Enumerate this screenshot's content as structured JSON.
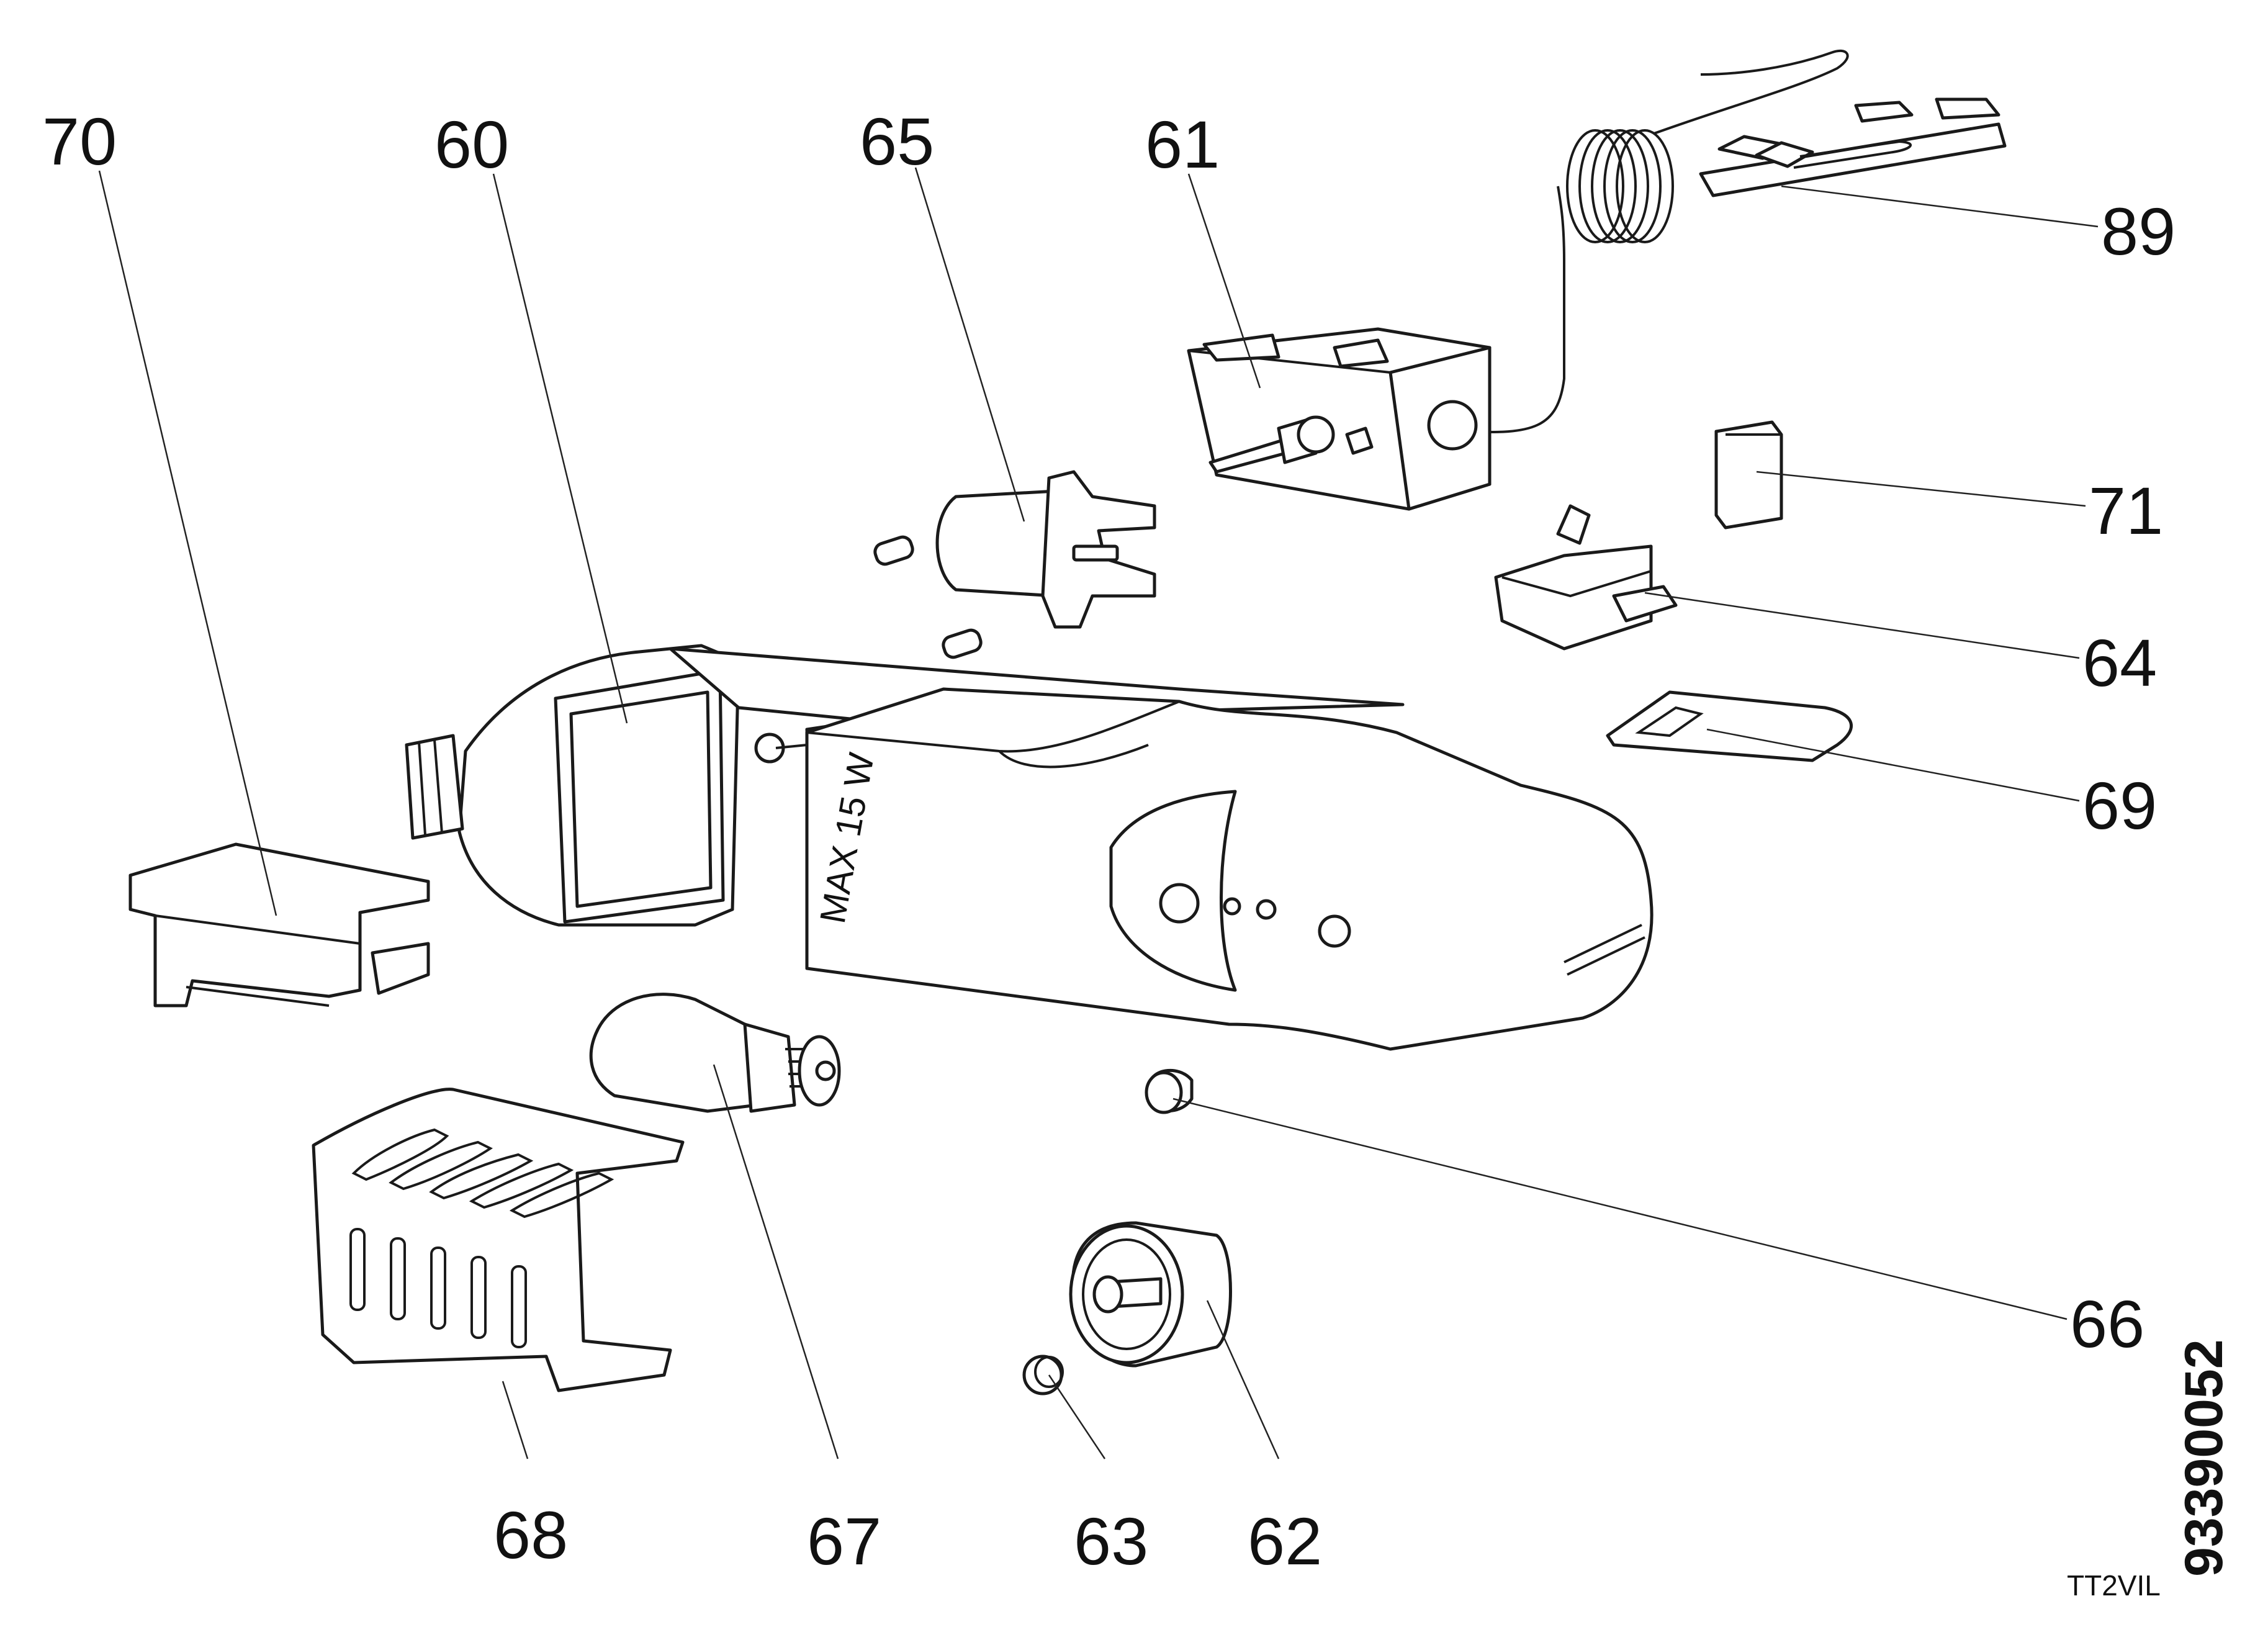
{
  "diagram": {
    "labels": {
      "p60": "60",
      "p61": "61",
      "p62": "62",
      "p63": "63",
      "p64": "64",
      "p65": "65",
      "p66": "66",
      "p67": "67",
      "p68": "68",
      "p69": "69",
      "p70": "70",
      "p71": "71",
      "p89": "89"
    },
    "housing_marking": "MAX 15 W",
    "document_number": "93390052",
    "drawing_code": "TT2VIL"
  }
}
